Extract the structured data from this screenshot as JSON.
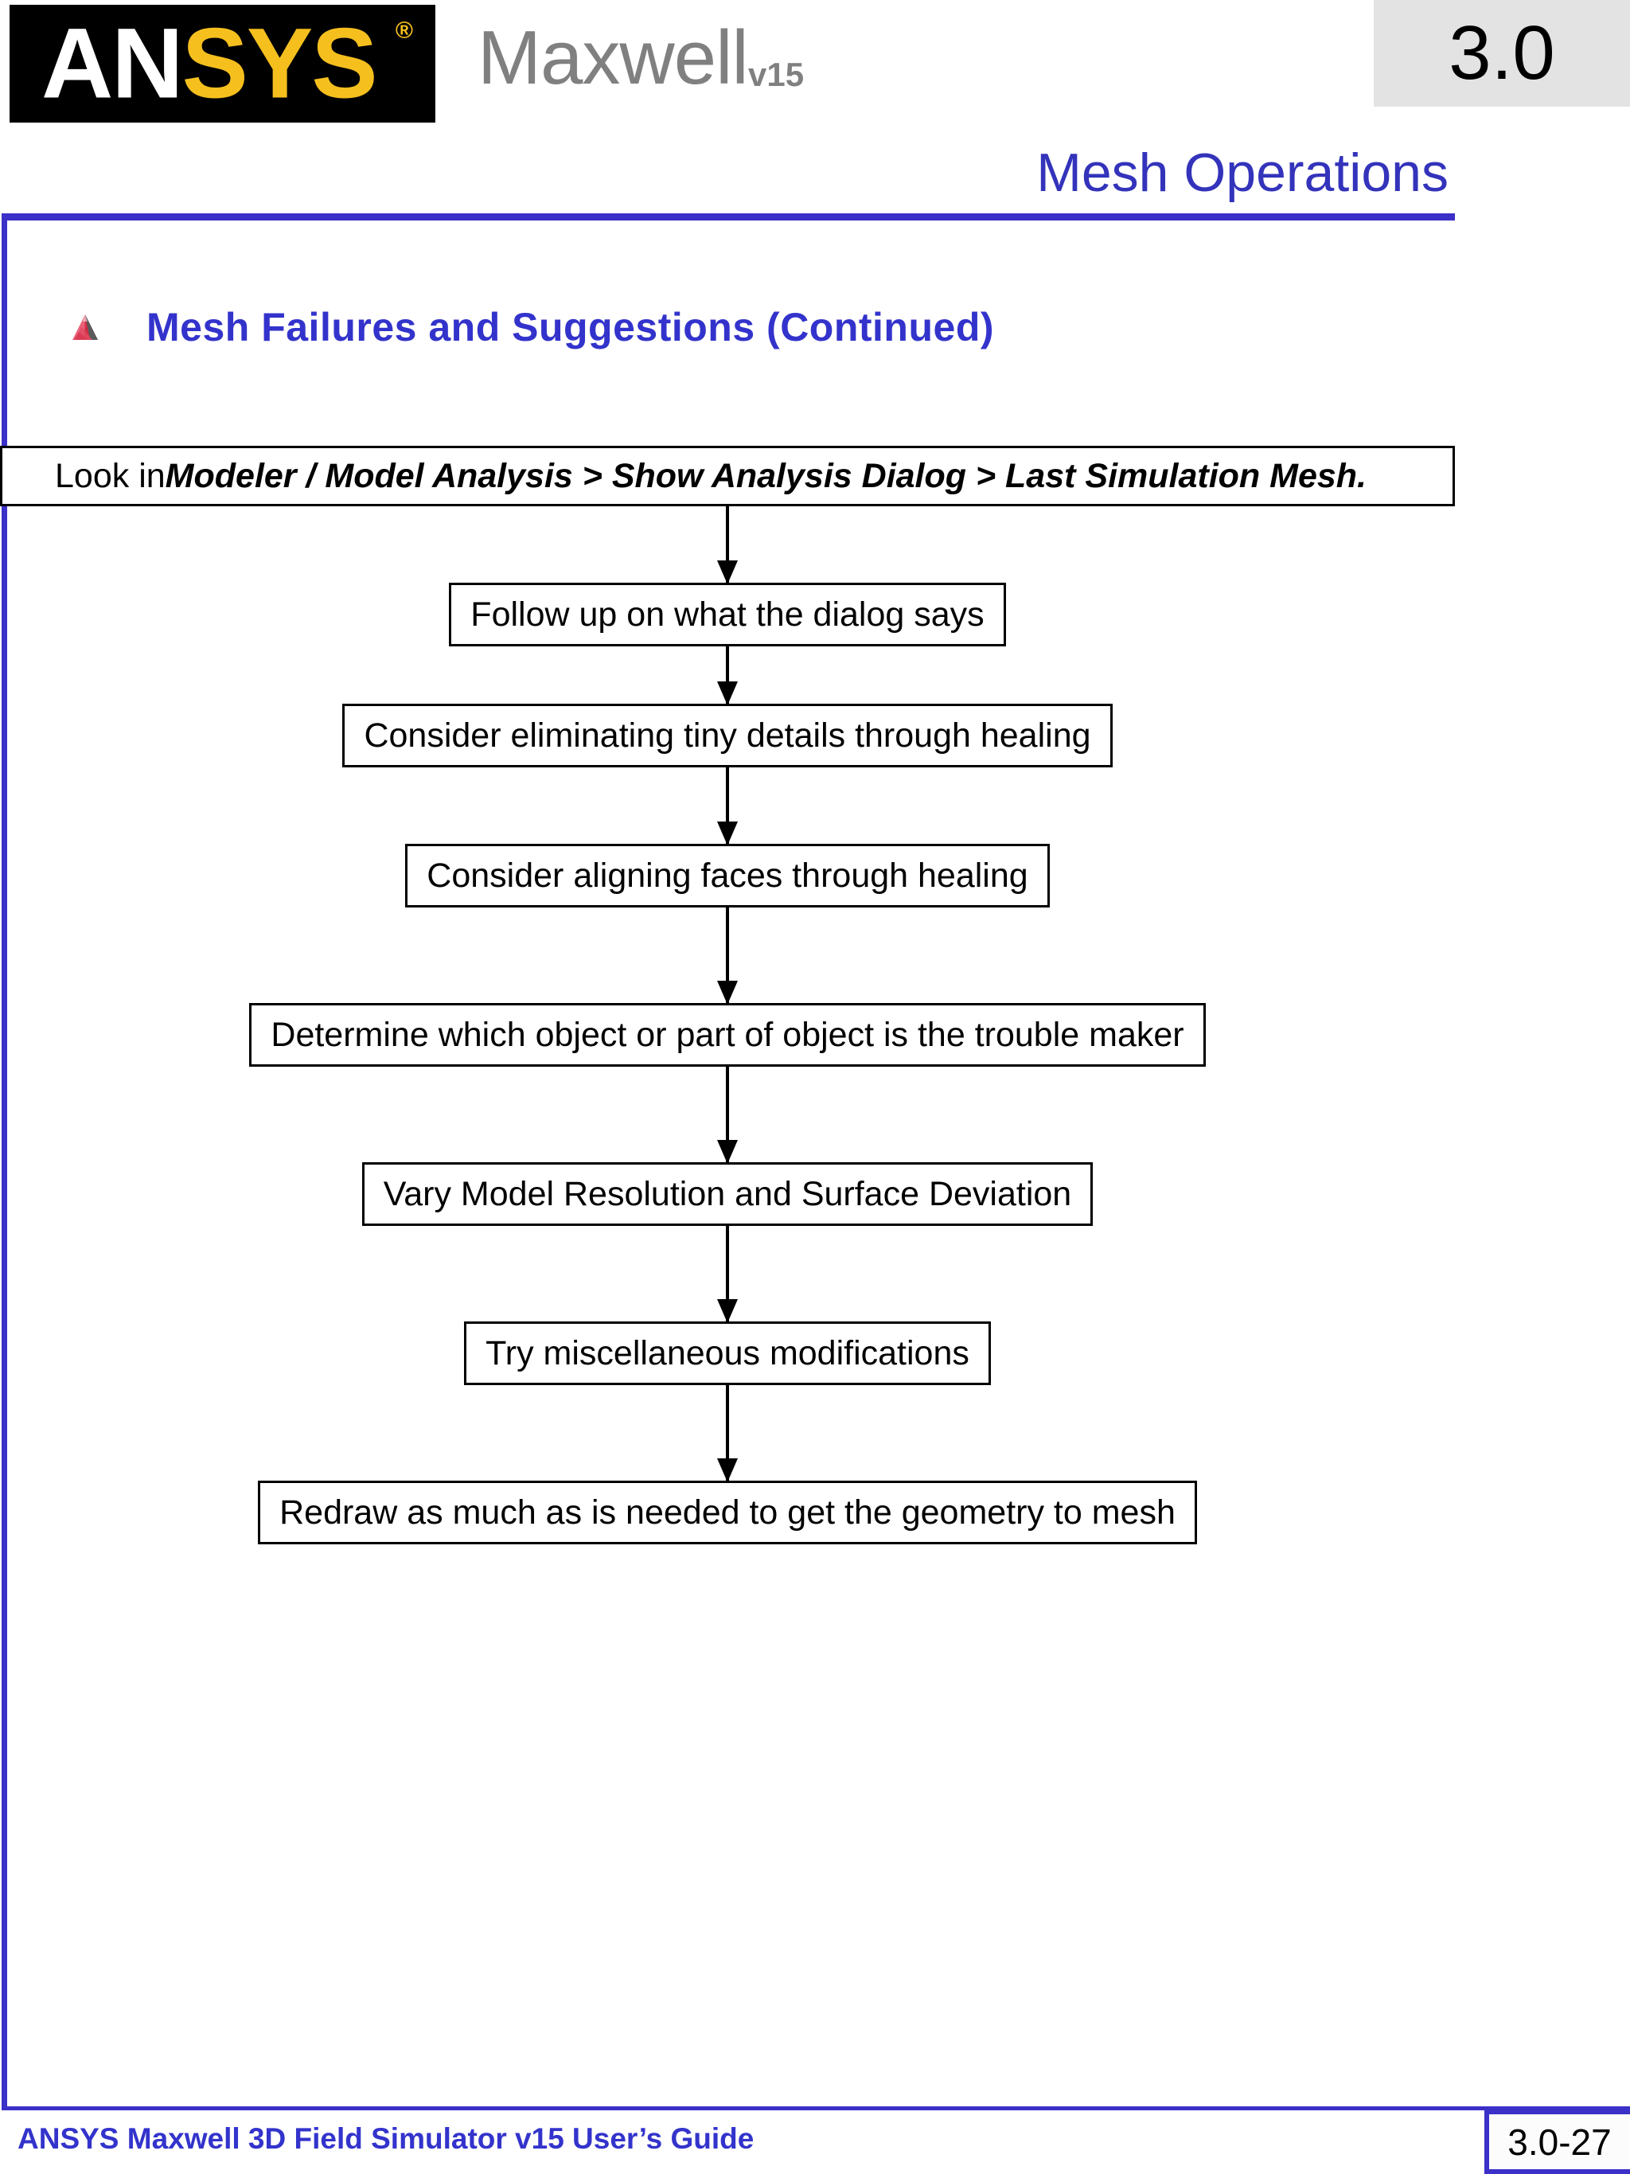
{
  "header": {
    "logo_an": "AN",
    "logo_sys": "SYS",
    "logo_registered": "®",
    "product_name": "Maxwell",
    "product_version": "v15",
    "version_badge": "3.0"
  },
  "slide": {
    "title": "Mesh Operations",
    "heading": "Mesh Failures and Suggestions (Continued)",
    "bullet_icon": "ansys-mountain-icon"
  },
  "flowchart": {
    "type": "flow",
    "intro": {
      "prefix": "Look in ",
      "path": "Modeler / Model Analysis > Show Analysis Dialog > Last Simulation Mesh.",
      "full": "Look in Modeler / Model Analysis > Show Analysis Dialog > Last Simulation Mesh."
    },
    "steps": [
      "Follow up on what the dialog says",
      "Consider eliminating tiny details through healing",
      "Consider aligning faces through healing",
      "Determine which object or part of object is the trouble maker",
      "Vary Model Resolution and Surface Deviation",
      "Try miscellaneous modifications",
      "Redraw as much as is needed to get the geometry to mesh"
    ]
  },
  "footer": {
    "guide_title": "ANSYS Maxwell 3D Field Simulator v15 User’s Guide",
    "page_number": "3.0-27"
  },
  "colors": {
    "brand_blue": "#3333cc",
    "frame_blue": "#3b30c8",
    "logo_yellow": "#f5bf1e",
    "badge_gray": "#e3e3e3"
  }
}
